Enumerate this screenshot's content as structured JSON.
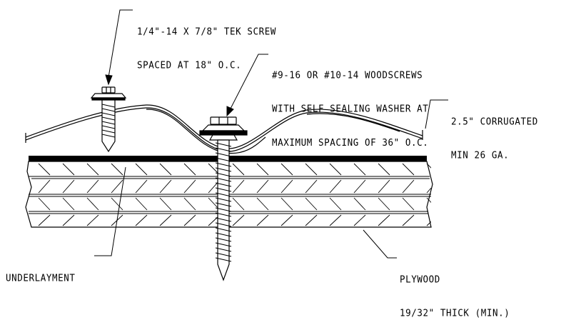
{
  "notes": {
    "tek_screw": {
      "line1": "1/4\"-14 X 7/8\" TEK SCREW",
      "line2": "SPACED AT 18\" O.C."
    },
    "woodscrews": {
      "line1": "#9-16 OR #10-14 WOODSCREWS",
      "line2": "WITH SELF SEALING WASHER AT",
      "line3": "MAXIMUM SPACING OF 36\" O.C."
    },
    "corrugated": {
      "line1": "2.5\" CORRUGATED",
      "line2": "MIN 26 GA."
    },
    "underlayment": {
      "line1": "UNDERLAYMENT"
    },
    "plywood": {
      "line1": "PLYWOOD",
      "line2": "19/32\" THICK (MIN.)"
    }
  },
  "colors": {
    "ink": "#000000",
    "background": "#ffffff"
  }
}
